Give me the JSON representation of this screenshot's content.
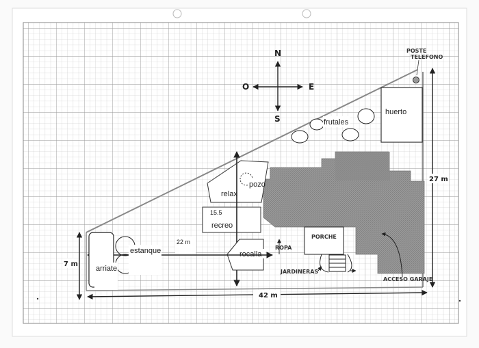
{
  "compass": {
    "north": "N",
    "south": "S",
    "east": "E",
    "west": "O"
  },
  "labels": {
    "huerto": "huerto",
    "frutales": "frutales",
    "pozo": "pozo",
    "relax": "relax",
    "recreo_num": "15.5",
    "recreo": "recreo",
    "distance_22": "22 m",
    "estanque": "estanque",
    "arriate": "arriate",
    "rocalla": "rocalla",
    "ropa": "ROPA",
    "porche": "PORCHE",
    "jardineras": "JARDINERAS",
    "acceso_garaje": "ACCESO GARAJE",
    "poste_line1": "POSTE",
    "poste_line2": "TELEFONO"
  },
  "dimensions": {
    "width_total": "42 m",
    "height_right": "27 m",
    "height_left": "7 m"
  },
  "colors": {
    "grid": "#b8b8b8",
    "paper": "#ffffff",
    "house": "#8f8f8f",
    "ink": "#222222"
  }
}
